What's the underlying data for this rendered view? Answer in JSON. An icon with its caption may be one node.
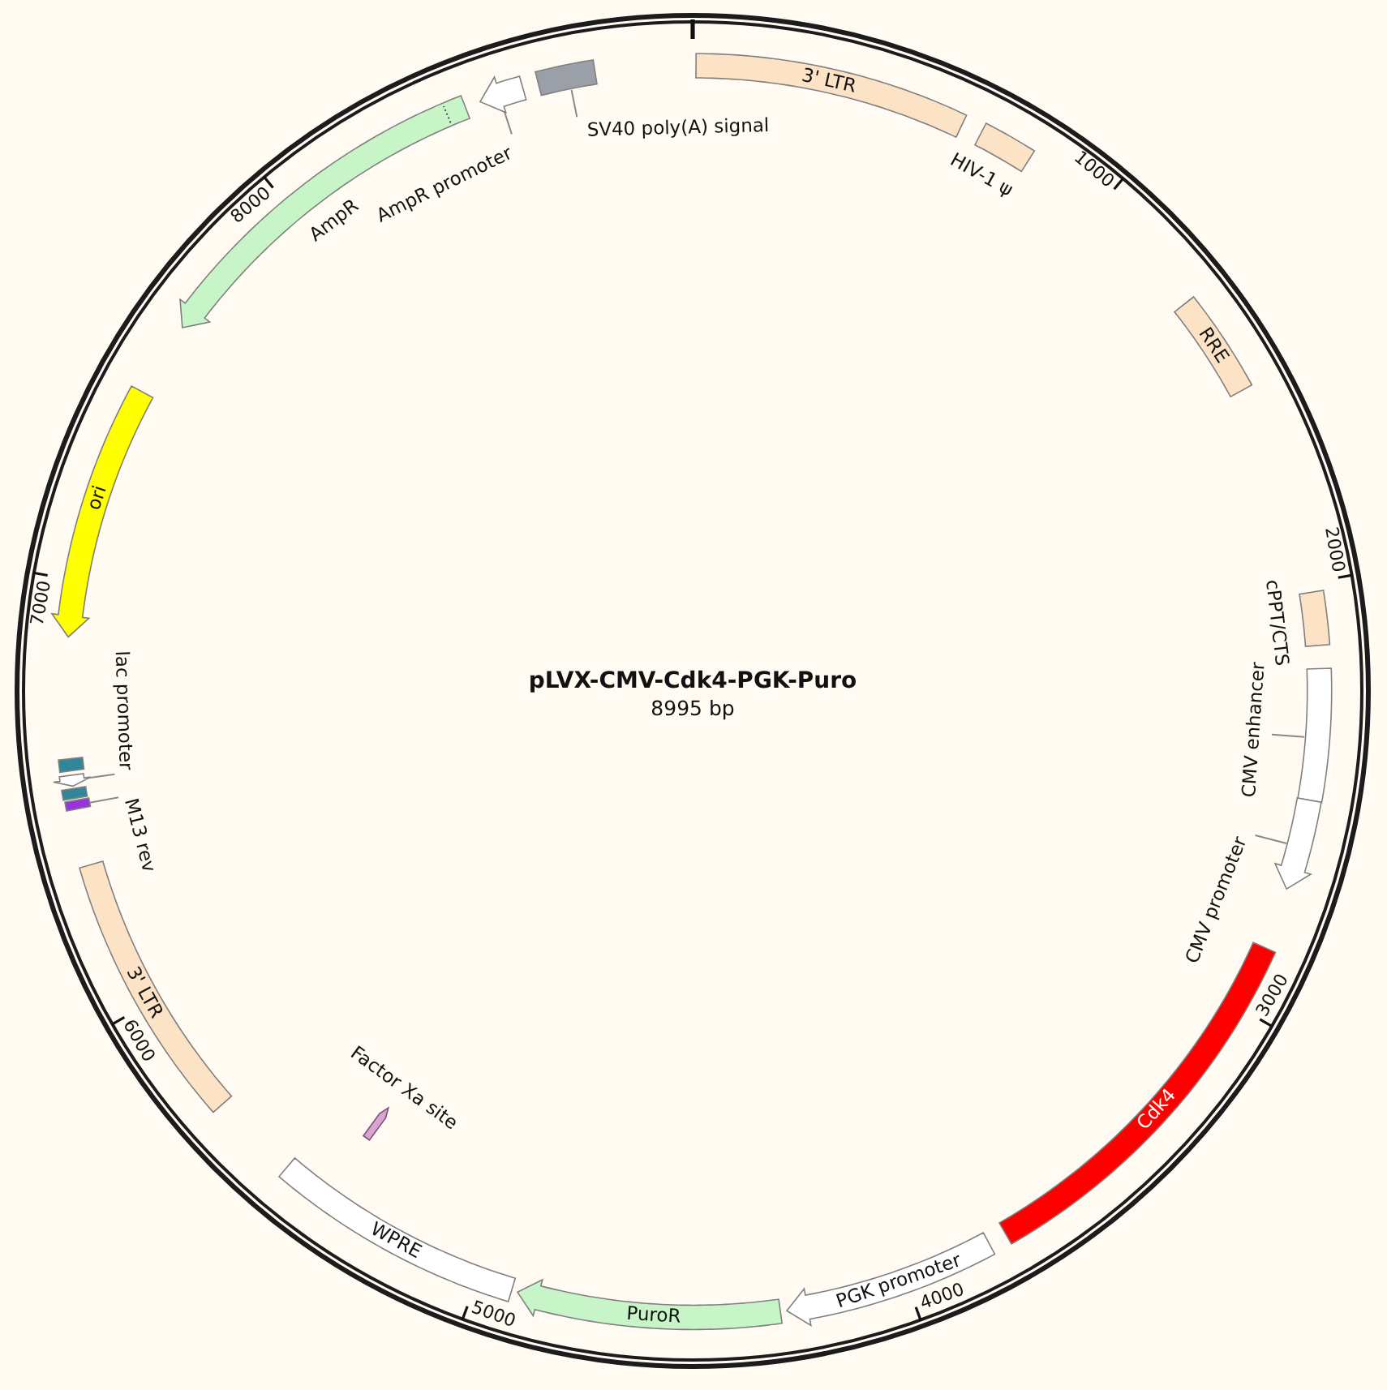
{
  "diagram": {
    "title": "pLVX-CMV-Cdk4-PGK-Puro",
    "nodes": [
      {
        "text": [
          "3' LTR"
        ]
      },
      {
        "text": [],
        "shape": "bar",
        "beside": [
          "HIV-1 ψ"
        ]
      },
      {
        "text": [
          "RRE"
        ]
      },
      {
        "text": [],
        "shape": "bar",
        "beside": [
          "cPPT/CTS"
        ]
      },
      {
        "text": [
          "CMV enhancer"
        ]
      },
      {
        "text": [],
        "shape": "bar"
      },
      {
        "text": [
          "CMV promoter"
        ]
      },
      {
        "text": [],
        "shape": "arrow"
      },
      {
        "text": [
          "Cdk4"
        ]
      },
      {
        "text": [
          "PGK promoter"
        ]
      },
      {
        "text": [
          "PuroR"
        ]
      },
      {
        "text": [
          "WPRE"
        ]
      },
      {
        "text": [],
        "shape": "arrow",
        "beside": [
          "Factor Xa site"
        ]
      },
      {
        "text": [
          "3' LTR"
        ]
      },
      {
        "text": [
          "M13 rev"
        ]
      },
      {
        "text": [],
        "shape": "bar"
      },
      {
        "text": [],
        "shape": "bar"
      },
      {
        "text": [
          "lac promoter"
        ]
      },
      {
        "text": [],
        "shape": "arrow"
      },
      {
        "text": [],
        "shape": "bar"
      },
      {
        "text": [
          "ori"
        ]
      },
      {
        "text": [],
        "shape": "arrow",
        "beside": [
          "AmpR"
        ]
      },
      {
        "text": [
          "AmpR promoter"
        ]
      },
      {
        "text": [],
        "shape": "arrow"
      },
      {
        "text": [
          "SV40 poly(A) signal"
        ]
      },
      {
        "text": [],
        "shape": "bar"
      }
    ],
    "edges": [
      {
        "from": 4,
        "to": 5,
        "arrow": "none"
      },
      {
        "from": 6,
        "to": 7,
        "arrow": "none"
      },
      {
        "from": 14,
        "to": 15,
        "arrow": "none"
      },
      {
        "from": 17,
        "to": 18,
        "arrow": "none"
      },
      {
        "from": 22,
        "to": 23,
        "arrow": "none"
      },
      {
        "from": 24,
        "to": 25,
        "arrow": "none"
      }
    ],
    "labels": [
      "8995 bp",
      "1000",
      "2000",
      "3000",
      "4000",
      "5000",
      "6000",
      "7000",
      "8000"
    ]
  }
}
